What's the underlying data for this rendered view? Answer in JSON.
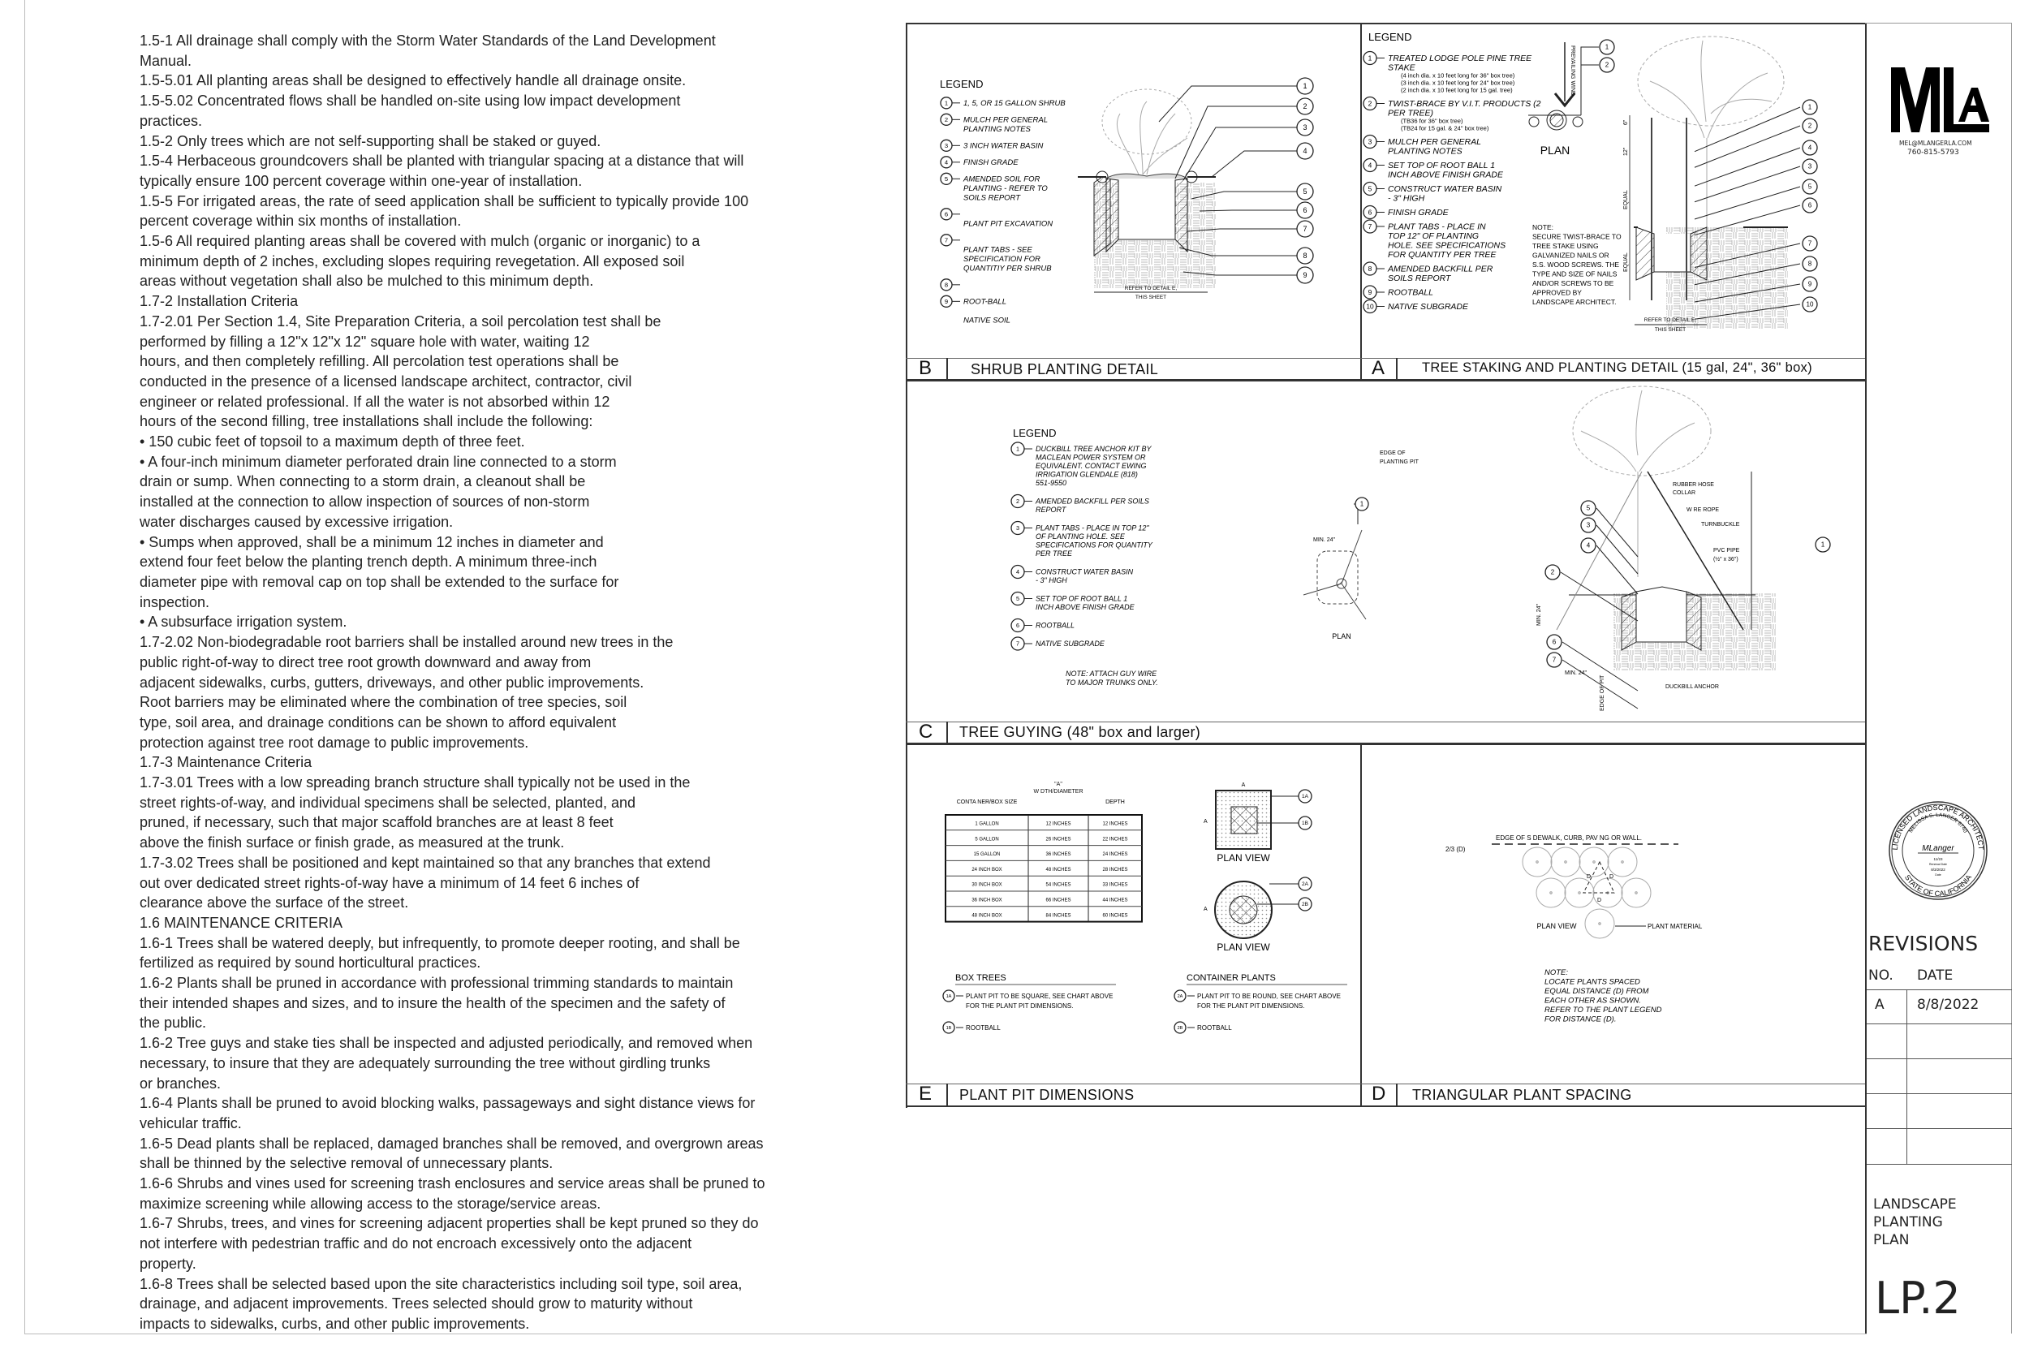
{
  "notes": [
    "1.5-1 All drainage shall comply with the Storm Water Standards of the Land Development",
    "Manual.",
    "1.5-5.01 All planting areas shall be designed to effectively handle all drainage onsite.",
    "1.5-5.02 Concentrated flows shall be handled on-site using low impact development",
    "practices.",
    "1.5-2 Only trees which are not self-supporting shall be staked or guyed.",
    "1.5-4 Herbaceous groundcovers shall be planted with triangular spacing at a distance that will",
    "typically ensure 100 percent coverage within one-year of installation.",
    "1.5-5 For irrigated areas, the rate of seed application shall be sufficient to typically provide 100",
    "percent coverage within six months of installation.",
    "1.5-6 All required planting areas shall be covered with mulch (organic or inorganic) to a",
    "minimum depth of 2 inches, excluding slopes requiring revegetation. All exposed soil",
    "areas without vegetation shall also be mulched to this minimum depth.",
    "1.7-2 Installation Criteria",
    "1.7-2.01 Per Section 1.4, Site Preparation Criteria, a soil percolation test shall be",
    "performed by filling a 12\"x 12\"x 12\" square hole with water, waiting 12",
    "hours, and then completely refilling. All percolation test operations shall be",
    "conducted in the presence of a licensed landscape architect, contractor, civil",
    "engineer or related professional. If all the water is not absorbed within 12",
    "hours of the second filling, tree installations shall include the following:",
    "• 150 cubic feet of topsoil to a maximum depth of three feet.",
    "• A four-inch minimum diameter perforated drain line connected to a storm",
    "drain or sump. When connecting to a storm drain, a cleanout shall be",
    "installed at the connection to allow inspection of sources of non-storm",
    "water discharges caused by excessive irrigation.",
    "• Sumps when approved, shall be a minimum 12 inches in diameter and",
    "extend four feet below the planting trench depth. A minimum three-inch",
    "diameter pipe with removal cap on top shall be extended to the surface for",
    "inspection.",
    "• A subsurface irrigation system.",
    "1.7-2.02 Non-biodegradable root barriers shall be installed around new trees in the",
    "public right-of-way to direct tree root growth downward and away from",
    "adjacent sidewalks, curbs, gutters, driveways, and other public improvements.",
    "Root barriers may be eliminated where the combination of tree species, soil",
    "type, soil area, and drainage conditions can be shown to afford equivalent",
    "protection against tree root damage to public improvements.",
    "1.7-3 Maintenance Criteria",
    "1.7-3.01 Trees with a low spreading branch structure shall typically not be used in the",
    "street rights-of-way, and individual specimens shall be selected, planted, and",
    "pruned, if necessary, such that major scaffold branches are at least 8 feet",
    "above the finish surface or finish grade, as measured at the trunk.",
    "1.7-3.02 Trees shall be positioned and kept maintained so that any branches that extend",
    "out over dedicated street rights-of-way have a minimum of 14 feet 6 inches of",
    "clearance above the surface of the street.",
    "1.6 MAINTENANCE CRITERIA",
    "1.6-1 Trees shall be watered deeply, but infrequently, to promote deeper rooting, and shall be",
    "fertilized as required by sound horticultural practices.",
    "1.6-2 Plants shall be pruned in accordance with professional trimming standards to maintain",
    "their intended shapes and sizes, and to insure the health of the specimen and the safety of",
    "the public.",
    "1.6-2 Tree guys and stake ties shall be inspected and adjusted periodically, and removed when",
    "necessary, to insure that they are adequately surrounding the tree without girdling trunks",
    "or branches.",
    "1.6-4 Plants shall be pruned to avoid blocking walks, passageways and sight distance views for",
    "vehicular traffic.",
    "1.6-5 Dead plants shall be replaced, damaged branches shall be removed, and overgrown areas",
    "shall be thinned by the selective removal of unnecessary plants.",
    "1.6-6 Shrubs and vines used for screening trash enclosures and service areas shall be pruned to",
    "maximize screening while allowing access to the storage/service areas.",
    "1.6-7 Shrubs, trees, and vines for screening adjacent properties shall be kept pruned so they do",
    "not interfere with pedestrian traffic and do not encroach excessively onto the adjacent",
    "property.",
    "1.6-8 Trees shall be selected based upon the site characteristics including soil type, soil area,",
    "drainage, and adjacent improvements. Trees selected should grow to maturity without",
    "impacts to sidewalks, curbs, and other public improvements."
  ],
  "detail_b": {
    "letter": "B",
    "title": "SHRUB PLANTING DETAIL",
    "legend_title": "LEGEND",
    "legend": [
      {
        "num": "1",
        "text": [
          "1, 5, OR 15 GALLON SHRUB"
        ]
      },
      {
        "num": "2",
        "text": [
          "MULCH PER GENERAL",
          "PLANTING NOTES"
        ]
      },
      {
        "num": "3",
        "text": [
          "3 INCH WATER BASIN"
        ]
      },
      {
        "num": "4",
        "text": [
          "FINISH GRADE"
        ]
      },
      {
        "num": "5",
        "text": [
          "AMENDED SOIL FOR",
          "PLANTING - REFER TO",
          "SOILS REPORT"
        ]
      },
      {
        "num": "6",
        "text": [
          "",
          "PLANT PIT EXCAVATION"
        ]
      },
      {
        "num": "7",
        "text": [
          "",
          "PLANT TABS - SEE",
          "SPECIFICATION FOR",
          "QUANTITIY PER SHRUB"
        ]
      },
      {
        "num": "8",
        "text": [
          ""
        ]
      },
      {
        "num": "9",
        "text": [
          "ROOT-BALL",
          "",
          "NATIVE SOIL"
        ]
      }
    ],
    "callouts": [
      "1",
      "2",
      "3",
      "4",
      "5",
      "6",
      "7",
      "8",
      "9"
    ],
    "dimension": [
      "REFER TO DETAIL E,",
      "THIS SHEET"
    ]
  },
  "detail_a": {
    "letter": "A",
    "title": "TREE STAKING AND PLANTING DETAIL  (15 gal, 24\", 36\" box)",
    "legend_title": "LEGEND",
    "legend": [
      {
        "num": "1",
        "text": [
          "TREATED LODGE POLE PINE TREE",
          "STAKE"
        ],
        "sub": [
          "(4 inch dia. x 10 feet long for 36\" box tree)",
          "(3 inch dia. x 10 feet long for 24\" box tree)",
          "(2 inch dia. x 10 feet long for 15 gal. tree)"
        ]
      },
      {
        "num": "2",
        "text": [
          "TWIST-BRACE BY V.I.T. PRODUCTS (2",
          "PER TREE)"
        ],
        "sub": [
          "(TB36 for 36\" box tree)",
          "(TB24 for 15 gal. & 24\" box tree)"
        ]
      },
      {
        "num": "3",
        "text": [
          "MULCH PER GENERAL",
          "PLANTING NOTES"
        ]
      },
      {
        "num": "4",
        "text": [
          "SET TOP OF ROOT BALL 1",
          "INCH ABOVE FINISH GRADE"
        ]
      },
      {
        "num": "5",
        "text": [
          "CONSTRUCT WATER BASIN",
          "- 3\" HIGH"
        ]
      },
      {
        "num": "6",
        "text": [
          "FINISH GRADE"
        ]
      },
      {
        "num": "7",
        "text": [
          "PLANT TABS - PLACE IN",
          "TOP 12\" OF PLANTING",
          "HOLE.  SEE SPECIFICATIONS",
          "FOR QUANTITY PER TREE"
        ]
      },
      {
        "num": "8",
        "text": [
          "AMENDED BACKFILL PER",
          "SOILS REPORT"
        ]
      },
      {
        "num": "9",
        "text": [
          "ROOTBALL"
        ]
      },
      {
        "num": "10",
        "text": [
          "NATIVE SUBGRADE"
        ]
      }
    ],
    "note": [
      "NOTE:",
      "SECURE TWIST-BRACE TO",
      "TREE STAKE USING",
      "GALVANIZED NAILS OR",
      "S.S. WOOD SCREWS. THE",
      "TYPE AND SIZE OF NAILS",
      "AND/OR SCREWS TO BE",
      "APPROVED BY",
      "LANDSCAPE ARCHITECT."
    ],
    "plan_label": "PLAN",
    "wind_label": "PREVAILING WIND",
    "plan_callouts": [
      "1",
      "2"
    ],
    "callouts": [
      "1",
      "2",
      "4",
      "3",
      "5",
      "6",
      "7",
      "8",
      "9",
      "10"
    ],
    "dims": [
      "6\"",
      "12\"",
      "EQUAL",
      "EQUAL"
    ],
    "dimension": [
      "REFER TO DETAIL E,",
      "THIS SHEET"
    ]
  },
  "detail_c": {
    "letter": "C",
    "title": "TREE GUYING (48\" box and larger)",
    "legend_title": "LEGEND",
    "legend": [
      {
        "num": "1",
        "text": [
          "DUCKBILL TREE ANCHOR KIT BY",
          "MACLEAN POWER SYSTEM OR",
          "EQUIVALENT. CONTACT  EWING",
          "IRRIGATION GLENDALE  (818)",
          "551-9550"
        ]
      },
      {
        "num": "2",
        "text": [
          "AMENDED BACKFILL PER SOILS",
          "REPORT"
        ]
      },
      {
        "num": "3",
        "text": [
          "PLANT TABS - PLACE IN TOP 12\"",
          "OF PLANTING HOLE.  SEE",
          "SPECIFICATIONS FOR QUANTITY",
          "PER TREE"
        ]
      },
      {
        "num": "4",
        "text": [
          "CONSTRUCT WATER BASIN",
          "- 3\" HIGH"
        ]
      },
      {
        "num": "5",
        "text": [
          "SET TOP OF ROOT BALL 1",
          "INCH ABOVE FINISH GRADE"
        ]
      },
      {
        "num": "6",
        "text": [
          "ROOTBALL"
        ]
      },
      {
        "num": "7",
        "text": [
          "NATIVE SUBGRADE"
        ]
      }
    ],
    "note": [
      "NOTE: ATTACH GUY WIRE",
      "TO MAJOR TRUNKS ONLY."
    ],
    "plan_label": "PLAN",
    "edge_label": [
      "EDGE OF",
      "PLANTING PIT"
    ],
    "min_label": "MIN. 24\"",
    "plan_callout": "1",
    "elev_callouts": [
      "5",
      "3",
      "4",
      "2",
      "6",
      "7",
      "1"
    ],
    "elev_labels": {
      "collar": [
        "RUBBER HOSE",
        "COLLAR"
      ],
      "rope": "W RE ROPE",
      "turnbuckle": "TURNBUCKLE",
      "pipe": [
        "PVC PIPE",
        "(½\" x 36\")"
      ],
      "anchor": "DUCKBILL ANCHOR",
      "edge_pit": "EDGE OF PIT",
      "min_depth": "MIN. 24\"",
      "min_width": "MIN. 24\""
    }
  },
  "detail_e": {
    "letter": "E",
    "title": "PLANT PIT DIMENSIONS",
    "table": {
      "headers": [
        "CONTA NER/BOX SIZE",
        "\"A\"\nW DTH/DIAMETER",
        "DEPTH"
      ],
      "rows": [
        [
          "1 GALLON",
          "12 INCHES",
          "12 INCHES"
        ],
        [
          "5 GALLON",
          "26 INCHES",
          "22 INCHES"
        ],
        [
          "15 GALLON",
          "36 INCHES",
          "24 INCHES"
        ],
        [
          "24 INCH BOX",
          "48 INCHES",
          "28 INCHES"
        ],
        [
          "30 INCH BOX",
          "54 INCHES",
          "33 INCHES"
        ],
        [
          "36 INCH BOX",
          "66 INCHES",
          "44 INCHES"
        ],
        [
          "48 INCH BOX",
          "84 INCHES",
          "60 INCHES"
        ]
      ]
    },
    "plan_view": "PLAN VIEW",
    "dim_a": "A",
    "callouts": [
      "1A",
      "1B",
      "2A",
      "2B"
    ],
    "box_trees": {
      "title": "BOX TREES",
      "items": [
        {
          "num": "1A",
          "text": [
            "PLANT PIT TO BE SQUARE, SEE CHART ABOVE",
            "FOR THE PLANT PIT DIMENSIONS."
          ]
        },
        {
          "num": "1B",
          "text": [
            "ROOTBALL"
          ]
        }
      ]
    },
    "container_plants": {
      "title": "CONTAINER PLANTS",
      "items": [
        {
          "num": "2A",
          "text": [
            "PLANT PIT TO BE ROUND, SEE CHART ABOVE",
            "FOR THE PLANT PIT DIMENSIONS."
          ]
        },
        {
          "num": "2B",
          "text": [
            "ROOTBALL"
          ]
        }
      ]
    }
  },
  "detail_d": {
    "letter": "D",
    "title": "TRIANGULAR PLANT SPACING",
    "edge_label": "EDGE OF S DEWALK, CURB, PAV NG OR WALL.",
    "offset_label": "2/3 (D)",
    "d_label": "D",
    "plan_view": "PLAN VIEW",
    "plant_material": "PLANT MATERIAL",
    "note": [
      "NOTE:",
      "LOCATE PLANTS SPACED",
      "EQUAL DISTANCE (D) FROM",
      "EACH OTHER AS SHOWN.",
      "REFER TO THE PLANT LEGEND",
      "FOR DISTANCE (D)."
    ]
  },
  "title_block": {
    "logo": "MLA",
    "email": "MEL@MLANGERLA.COM",
    "phone": "760-815-5793",
    "seal": {
      "ring_top": "LICENSED LANDSCAPE ARCHITECT",
      "name": "MELISSA S. LANGER 6740",
      "bottom": "STATE OF CALIFORNIA",
      "signature": "MLanger",
      "renewal": "11/23",
      "renewal_label": "Renewal Date",
      "date": "8/3/2022",
      "date_label": "Date"
    },
    "revisions_title": "REVISIONS",
    "rev_headers": [
      "NO.",
      "DATE"
    ],
    "revisions": [
      {
        "no": "A",
        "date": "8/8/2022"
      }
    ],
    "sheet_title": [
      "LANDSCAPE",
      "PLANTING",
      "PLAN"
    ],
    "sheet_number": "LP.2"
  }
}
